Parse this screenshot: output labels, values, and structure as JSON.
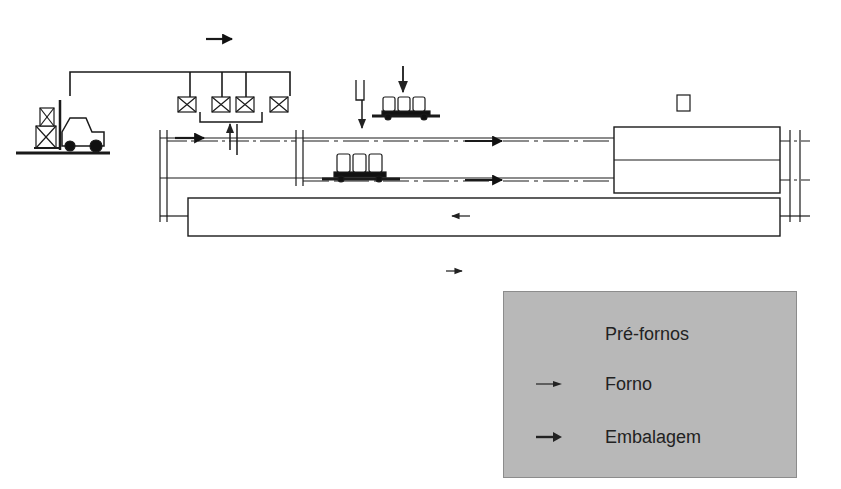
{
  "diagram": {
    "legend": [
      {
        "text": "Pré-fornos"
      },
      {
        "text": "Forno"
      },
      {
        "text": "Embalagem"
      }
    ]
  }
}
